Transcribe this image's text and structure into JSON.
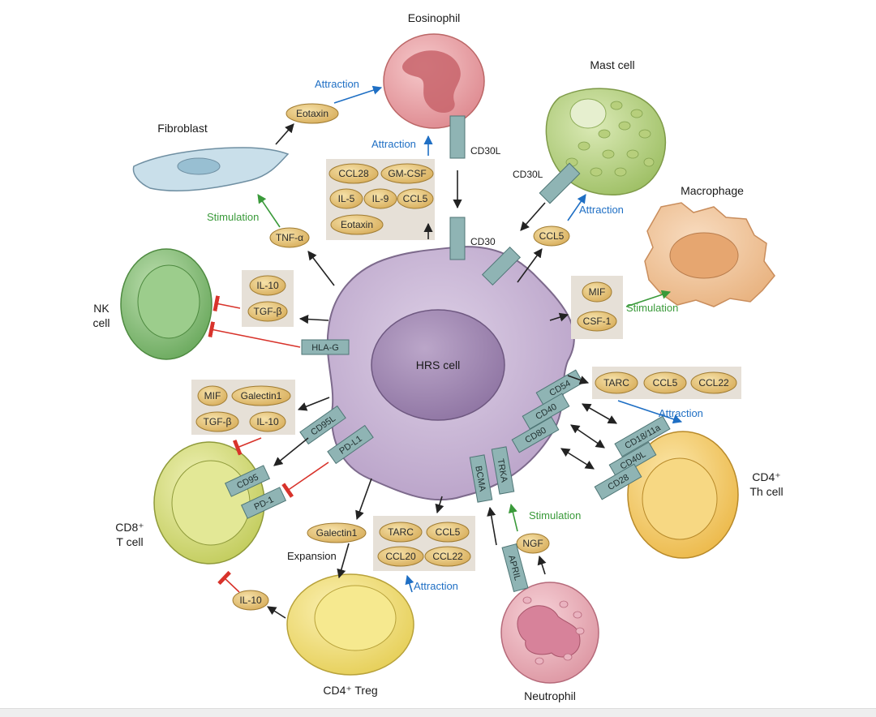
{
  "cells": {
    "hrs": "HRS cell",
    "eosinophil": "Eosinophil",
    "mast_cell": "Mast cell",
    "macrophage": "Macrophage",
    "fibroblast": "Fibroblast",
    "nk_line1": "NK",
    "nk_line2": "cell",
    "cd8_line1": "CD8⁺",
    "cd8_line2": "T cell",
    "cd4_th_line1": "CD4⁺",
    "cd4_th_line2": "Th cell",
    "cd4_treg": "CD4⁺ Treg",
    "neutrophil": "Neutrophil"
  },
  "receptors": {
    "cd30l_eos": "CD30L",
    "cd30_top": "CD30",
    "cd30l_mast": "CD30L",
    "hla_g": "HLA-G",
    "cd95l": "CD95L",
    "pd_l1": "PD-L1",
    "cd95": "CD95",
    "pd_1": "PD-1",
    "bcma": "BCMA",
    "trka": "TRKA",
    "april": "APRIL",
    "cd54": "CD54",
    "cd40": "CD40",
    "cd80": "CD80",
    "cd18_11a": "CD18/11a",
    "cd40l": "CD40L",
    "cd28": "CD28"
  },
  "cytokines": {
    "eotaxin_top": "Eotaxin",
    "tnf_a": "TNF-α",
    "ccl28": "CCL28",
    "gm_csf": "GM-CSF",
    "il5": "IL-5",
    "il9": "IL-9",
    "ccl5_box": "CCL5",
    "eotaxin_box": "Eotaxin",
    "ccl5_mast": "CCL5",
    "mif_mac": "MIF",
    "csf1": "CSF-1",
    "il10_nk": "IL-10",
    "tgfb_nk": "TGF-β",
    "mif_cd8": "MIF",
    "galectin1_cd8": "Galectin1",
    "tgfb_cd8": "TGF-β",
    "il10_cd8": "IL-10",
    "tarc_th": "TARC",
    "ccl5_th": "CCL5",
    "ccl22_th": "CCL22",
    "galectin1_treg": "Galectin1",
    "tarc_treg": "TARC",
    "ccl5_treg": "CCL5",
    "ccl20_treg": "CCL20",
    "ccl22_treg": "CCL22",
    "il10_treg": "IL-10",
    "ngf": "NGF"
  },
  "annotations": {
    "attraction_eos_top": "Attraction",
    "attraction_eos_box": "Attraction",
    "stimulation_fib": "Stimulation",
    "attraction_mast": "Attraction",
    "stimulation_mac": "Stimulation",
    "attraction_th": "Attraction",
    "stimulation_neut": "Stimulation",
    "attraction_treg": "Attraction",
    "expansion": "Expansion"
  },
  "colors": {
    "hrs_outer": "#c9b6d6",
    "hrs_nucleus": "#a58cb4",
    "eosinophil": "#eaa0a4",
    "mast_cell": "#bcd68a",
    "macrophage": "#f1c59a",
    "fibroblast": "#bcd6e4",
    "nk_cell": "#86c07a",
    "cd8_cell": "#d6e07a",
    "cd4_th": "#f5cf72",
    "treg": "#f0e07a",
    "neutrophil": "#eab0ba",
    "cytokine": "#e8c880",
    "receptor": "#8fb4b4",
    "box": "#e3ddd3",
    "arrow_blue": "#1f6fc4",
    "arrow_green": "#3a9a3a",
    "inhibit_red": "#d8332b"
  }
}
